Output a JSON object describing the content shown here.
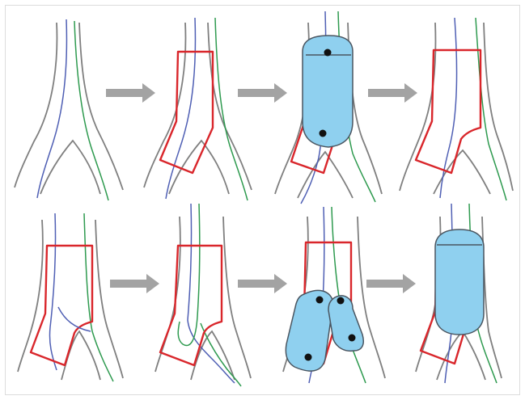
{
  "figure": {
    "panel_count": 8,
    "rows": 2,
    "panels_per_row": 4,
    "arrow_count": 6
  },
  "colors": {
    "background": "#ffffff",
    "frame": "#dcdcdc",
    "vessel_wall": "#7f7f7f",
    "guidewire_blue": "#4f5fb4",
    "guidewire_green": "#2e9a4f",
    "stent_outline": "#d9262b",
    "balloon_fill": "#8fd0ef",
    "balloon_stroke": "#4a5560",
    "balloon_marker": "#111111",
    "arrow": "#a3a3a3"
  }
}
